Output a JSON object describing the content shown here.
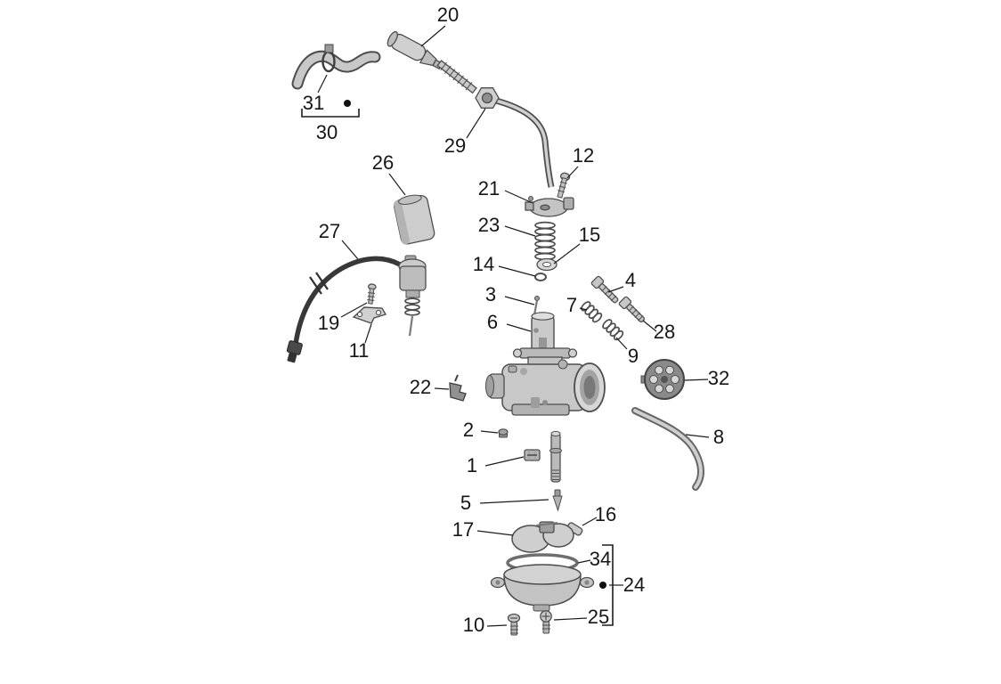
{
  "diagram": {
    "background": "#ffffff",
    "label_color": "#161616",
    "line_color": "#1c1c1c",
    "callouts": [
      {
        "part": "20"
      },
      {
        "part": "31"
      },
      {
        "part": "30"
      },
      {
        "part": "29"
      },
      {
        "part": "26"
      },
      {
        "part": "12"
      },
      {
        "part": "21"
      },
      {
        "part": "23"
      },
      {
        "part": "15"
      },
      {
        "part": "14"
      },
      {
        "part": "27"
      },
      {
        "part": "3"
      },
      {
        "part": "4"
      },
      {
        "part": "7"
      },
      {
        "part": "6"
      },
      {
        "part": "19"
      },
      {
        "part": "11"
      },
      {
        "part": "28"
      },
      {
        "part": "9"
      },
      {
        "part": "22"
      },
      {
        "part": "32"
      },
      {
        "part": "2"
      },
      {
        "part": "8"
      },
      {
        "part": "1"
      },
      {
        "part": "5"
      },
      {
        "part": "16"
      },
      {
        "part": "17"
      },
      {
        "part": "34"
      },
      {
        "part": "24"
      },
      {
        "part": "10"
      },
      {
        "part": "25"
      }
    ]
  }
}
